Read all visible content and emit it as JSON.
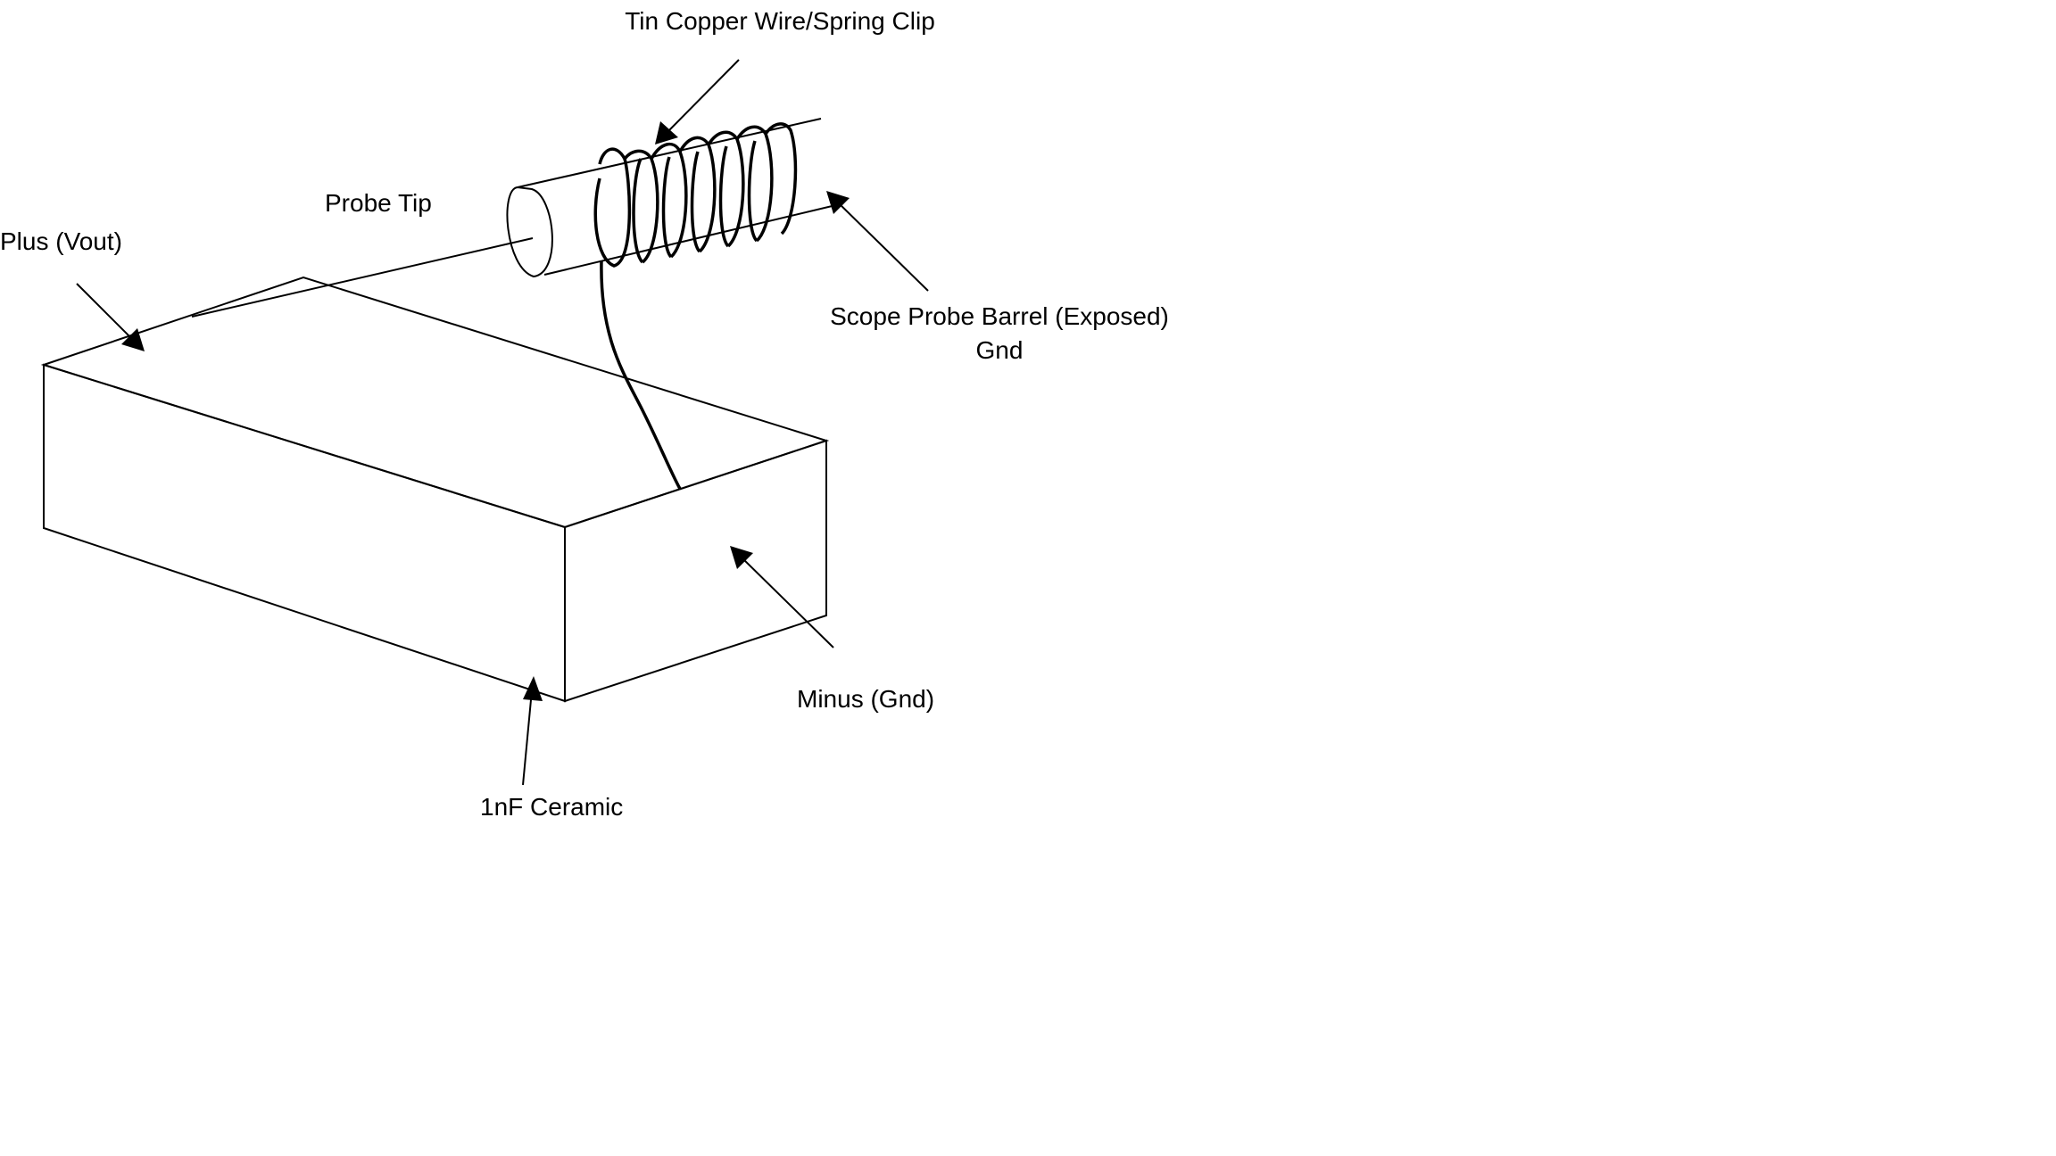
{
  "labels": {
    "spring_clip": "Tin Copper Wire/Spring Clip",
    "probe_tip": "Probe Tip",
    "plus": "Plus (Vout)",
    "barrel_line1": "Scope Probe Barrel (Exposed)",
    "barrel_line2": "Gnd",
    "minus": "Minus (Gnd)",
    "capacitor": "1nF Ceramic"
  },
  "colors": {
    "ink": "#000000",
    "background": "#ffffff"
  }
}
